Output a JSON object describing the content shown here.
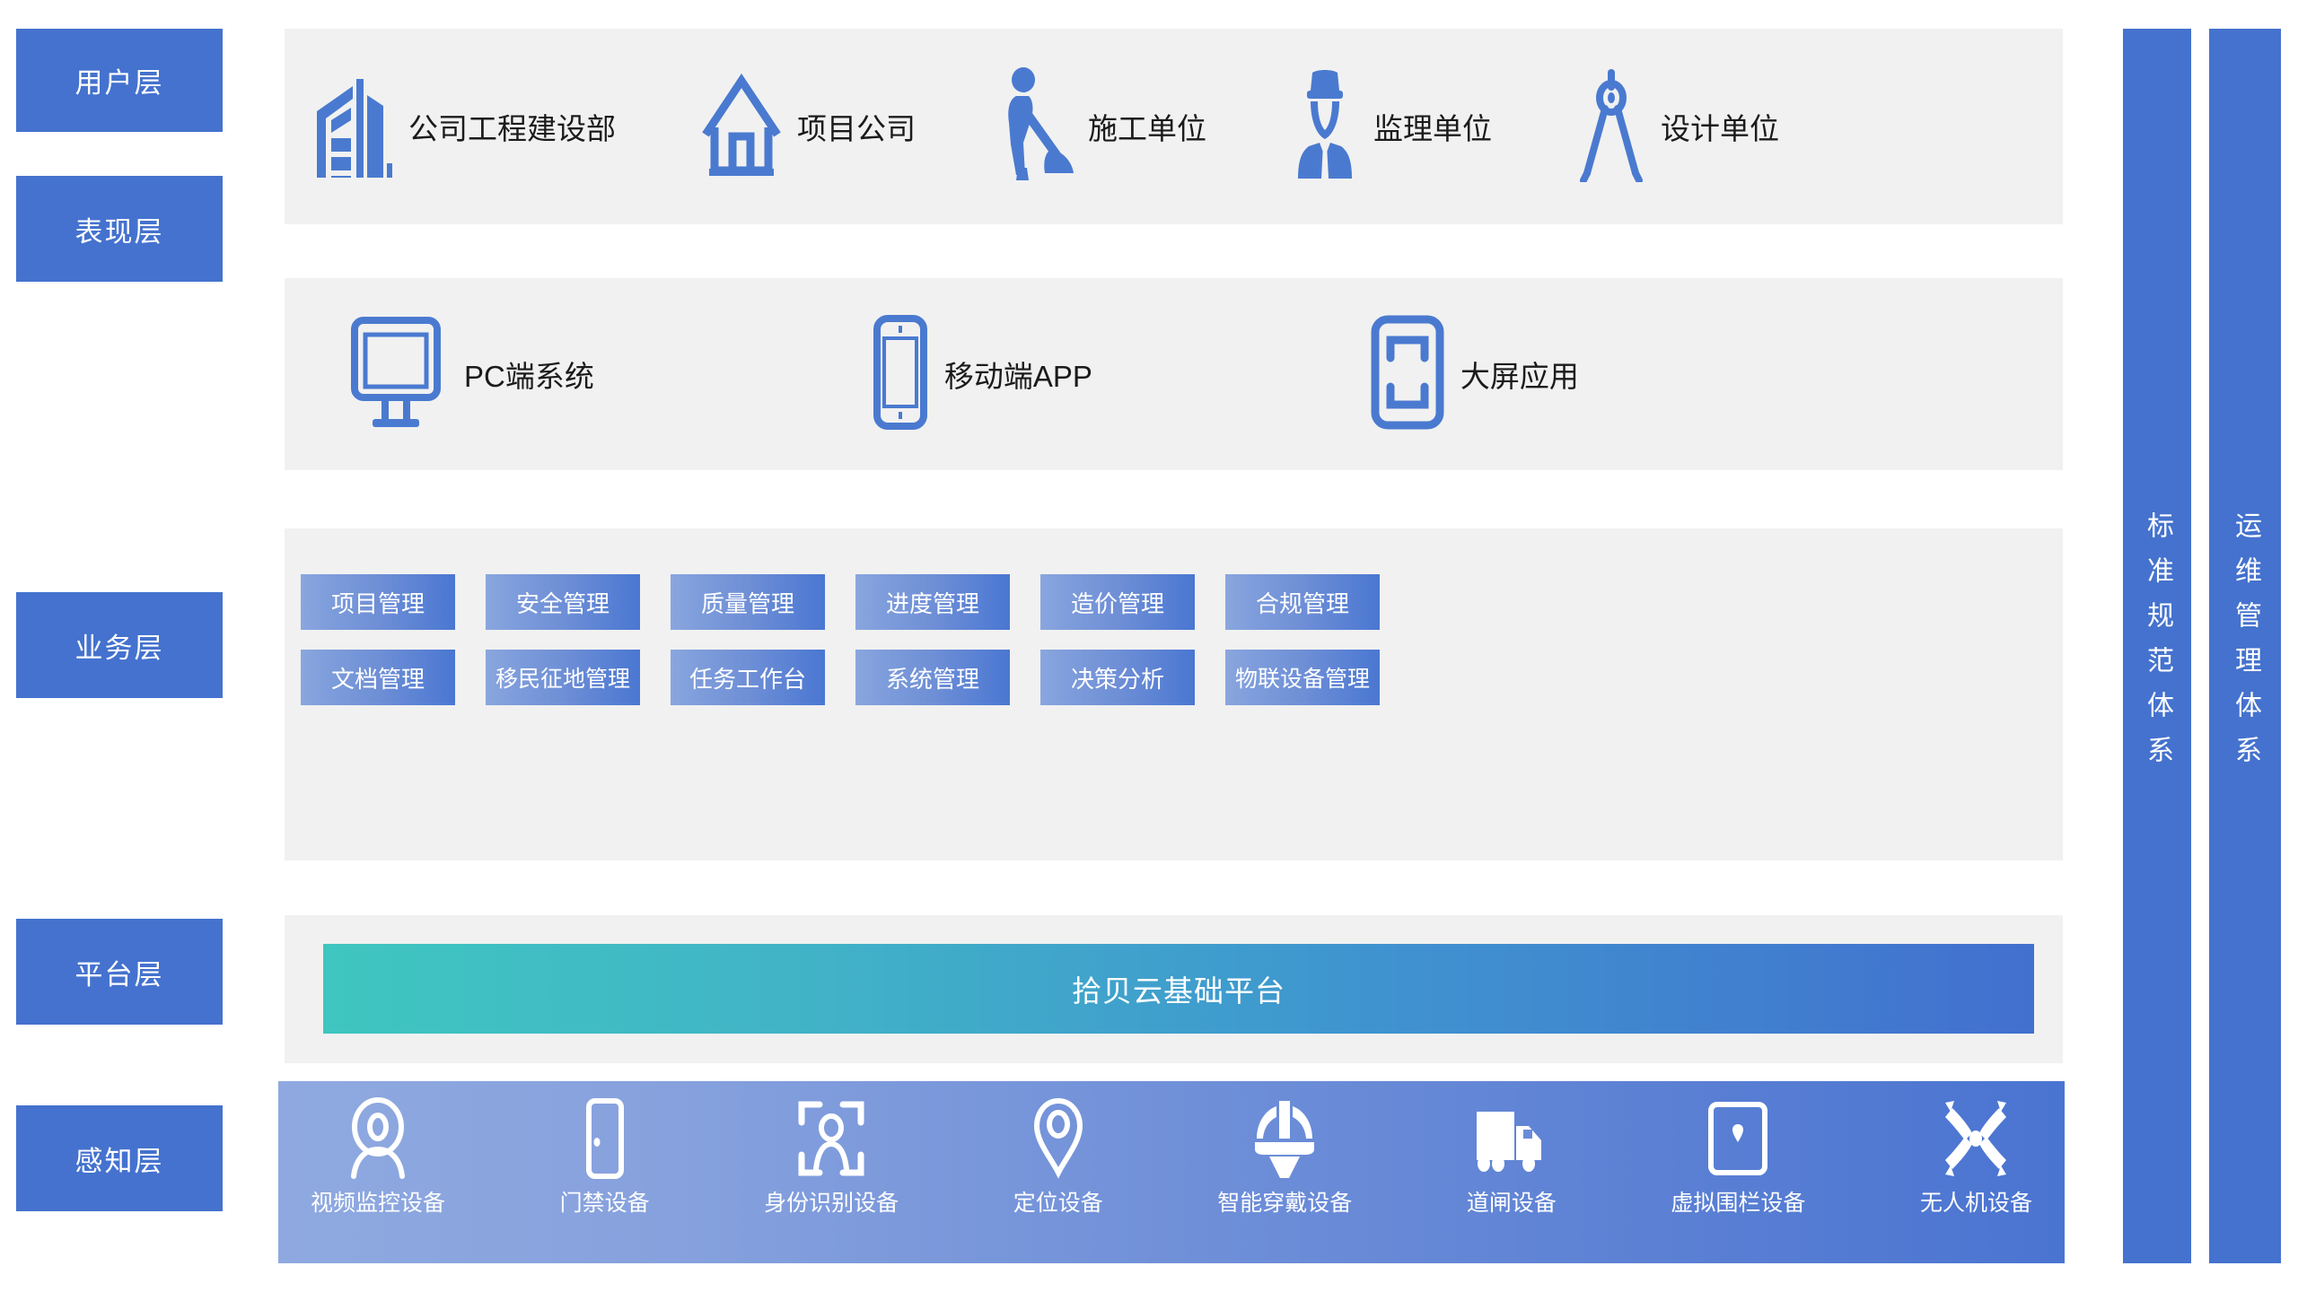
{
  "layers": [
    {
      "id": "user",
      "label": "用户层"
    },
    {
      "id": "presentation",
      "label": "表现层"
    },
    {
      "id": "business",
      "label": "业务层"
    },
    {
      "id": "platform",
      "label": "平台层"
    },
    {
      "id": "perception",
      "label": "感知层"
    }
  ],
  "user_layer": {
    "items": [
      {
        "label": "公司工程建设部",
        "icon": "office-building-icon"
      },
      {
        "label": "项目公司",
        "icon": "house-icon"
      },
      {
        "label": "施工单位",
        "icon": "construction-worker-icon"
      },
      {
        "label": "监理单位",
        "icon": "supervisor-person-icon"
      },
      {
        "label": "设计单位",
        "icon": "compass-divider-icon"
      }
    ]
  },
  "presentation_layer": {
    "items": [
      {
        "label": "PC端系统",
        "icon": "desktop-monitor-icon"
      },
      {
        "label": "移动端APP",
        "icon": "smartphone-icon"
      },
      {
        "label": "大屏应用",
        "icon": "large-screen-icon"
      }
    ]
  },
  "business_layer": {
    "cards": [
      "项目管理",
      "安全管理",
      "质量管理",
      "进度管理",
      "造价管理",
      "合规管理",
      "文档管理",
      "移民征地管理",
      "任务工作台",
      "系统管理",
      "决策分析",
      "物联设备管理"
    ]
  },
  "platform_layer": {
    "title": "拾贝云基础平台"
  },
  "perception_layer": {
    "items": [
      {
        "label": "视频监控设备",
        "icon": "video-camera-icon"
      },
      {
        "label": "门禁设备",
        "icon": "access-door-icon"
      },
      {
        "label": "身份识别设备",
        "icon": "face-recognition-icon"
      },
      {
        "label": "定位设备",
        "icon": "location-pin-icon"
      },
      {
        "label": "智能穿戴设备",
        "icon": "smart-helmet-icon"
      },
      {
        "label": "道闸设备",
        "icon": "truck-barrier-icon"
      },
      {
        "label": "虚拟围栏设备",
        "icon": "virtual-fence-icon"
      },
      {
        "label": "无人机设备",
        "icon": "drone-icon"
      }
    ]
  },
  "side_bars": [
    {
      "id": "standards",
      "label": "标准规范体系"
    },
    {
      "id": "operations",
      "label": "运维管理体系"
    }
  ],
  "colors": {
    "label_blue": "#4472ce",
    "panel_gray": "#f1f1f1",
    "icon_blue": "#4a7ad0",
    "card_gradient_start": "#8aa6de",
    "card_gradient_end": "#4a77d2",
    "platform_gradient_start": "#3fc6c0",
    "platform_gradient_end": "#4270cf",
    "sense_gradient_start": "#8fa9e0",
    "sense_gradient_end": "#4a74d1",
    "text_dark": "#1b1b1b",
    "text_white": "#ffffff"
  }
}
